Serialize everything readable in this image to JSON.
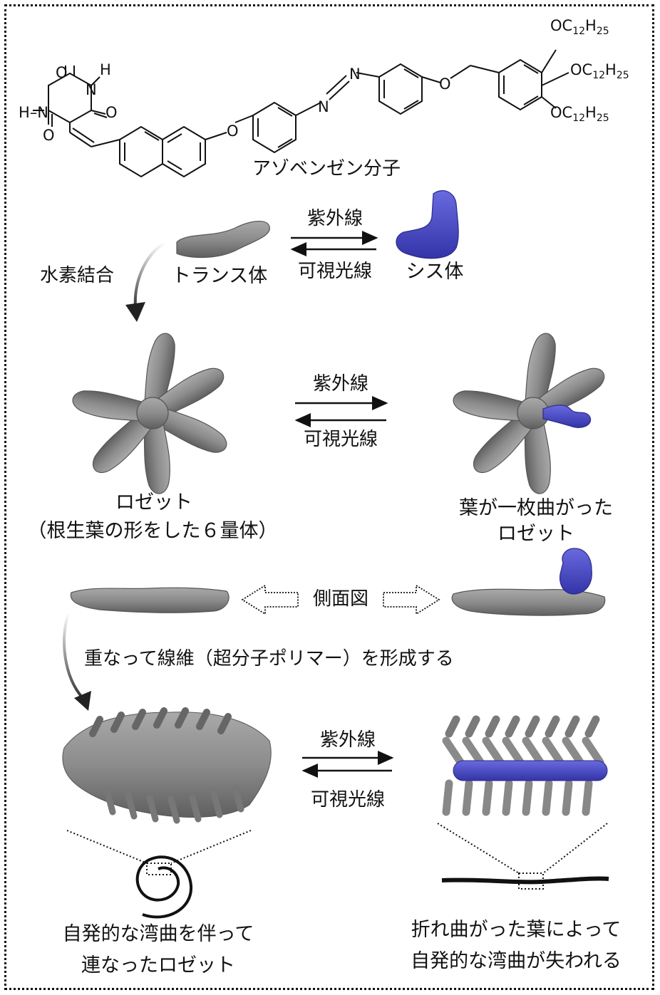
{
  "molecule": {
    "name": "アゾベンゼン分子",
    "atoms": {
      "o1": "O",
      "h1": "H",
      "n1": "N",
      "hn": "H–N",
      "o2": "O",
      "o3": "O",
      "o_ether1": "O",
      "n_azo1": "N",
      "n_azo2": "N",
      "o_ether2": "O",
      "alkoxy_top_prefix": "OC",
      "alkoxy_top_sub1": "12",
      "alkoxy_top_mid": "H",
      "alkoxy_top_sub2": "25",
      "alkoxy_mid_prefix": "OC",
      "alkoxy_mid_sub1": "12",
      "alkoxy_mid_mid": "H",
      "alkoxy_mid_sub2": "25",
      "alkoxy_bot_prefix": "OC",
      "alkoxy_bot_sub1": "12",
      "alkoxy_bot_mid": "H",
      "alkoxy_bot_sub2": "25"
    }
  },
  "isomerization": {
    "forward": "紫外線",
    "reverse": "可視光線",
    "trans_label": "トランス体",
    "cis_label": "シス体",
    "hbond_label": "水素結合"
  },
  "rosette": {
    "forward": "紫外線",
    "reverse": "可視光線",
    "left_line1": "ロゼット",
    "left_line2": "（根生葉の形をした６量体）",
    "right_line1": "葉が一枚曲がった",
    "right_line2": "ロゼット"
  },
  "side_view": {
    "label": "側面図"
  },
  "stack_caption": "重なって線維（超分子ポリマー）を形成する",
  "fiber": {
    "forward": "紫外線",
    "reverse": "可視光線",
    "left_line1": "自発的な湾曲を伴って",
    "left_line2": "連なったロゼット",
    "right_line1": "折れ曲がった葉によって",
    "right_line2": "自発的な湾曲が失われる"
  },
  "colors": {
    "trans_gray": "#8c8c8c",
    "cis_blue": "#4a4ac8",
    "ink": "#111111"
  }
}
